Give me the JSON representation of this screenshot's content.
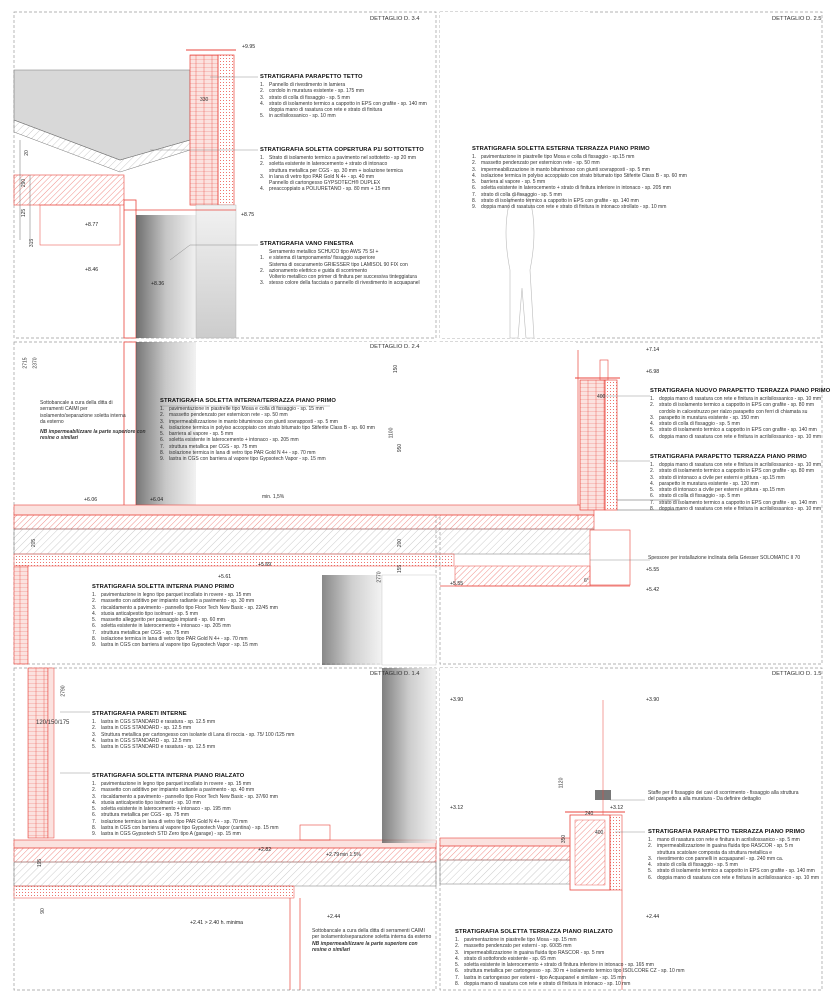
{
  "details": {
    "d34": "DETTAGLIO D. 3.4",
    "d25": "DETTAGLIO D. 2.5",
    "d24": "DETTAGLIO D. 2.4",
    "d14": "DETTAGLIO D. 1.4",
    "d15": "DETTAGLIO D. 1.5"
  },
  "elevations": {
    "e995": "+9.95",
    "e875": "+8.75",
    "e877": "+8.77",
    "e846": "+8.46",
    "e836": "+8.36",
    "e714": "+7.14",
    "e698": "+6.98",
    "e606": "+6.06",
    "e604": "+6.04",
    "e569": "+5.69",
    "e561": "+5.61",
    "e555a": "+5.55",
    "e555b": "+5.55",
    "e542": "+5.42",
    "e390a": "+3.90",
    "e390b": "+3.90",
    "e312a": "+3.12",
    "e312b": "+3.12",
    "e282": "+2.82",
    "e279": "+2.79",
    "e244a": "+2.44",
    "e244b": "+2.44",
    "e241": "+2.41 > 2.40 h. minima"
  },
  "dims": {
    "d330": "330",
    "d20": "20",
    "d290": "290",
    "d125": "125",
    "d315": "315",
    "d2715": "2715",
    "d2370": "2370",
    "d150": "150",
    "d1100": "1100",
    "d950": "950",
    "d200": "200",
    "d155": "155",
    "d205": "205",
    "d2770": "2770",
    "d400a": "400",
    "d400b": "400",
    "d240": "240",
    "d350": "350",
    "d1120": "1120",
    "d2790": "2790",
    "d195": "195",
    "d90": "90",
    "wall": "120/150/175",
    "min15a": "min. 1,5%",
    "min15b": "min 1.5%",
    "angle": "6°"
  },
  "sections": {
    "parapetto_tetto": {
      "title": "STRATIGRAFIA PARAPETTO TETTO",
      "items": [
        "Pannello di rivestimento in lamiera",
        "cordolo in muratura esistente - sp. 175 mm",
        "strato di colla di fissaggio - sp. 5 mm",
        "strato di isolamento termico a cappotto in EPS con grafite -  sp. 140 mm",
        "doppia mano di rasatura con rete e strato di finitura",
        "in acrilsilossanico - sp. 10 mm"
      ]
    },
    "copertura": {
      "title": "STRATIGRAFIA SOLETTA COPERTURA P1/ SOTTOTETTO",
      "items": [
        "Strato di isolamento termico a pavimento nel sottotetto - sp 20 mm",
        "soletta esistente in laterocemento + strato di intonaco",
        "struttura metallica per CGS - sp. 30 mm + isolazione termica",
        "in lana di vetro tipo PAR Gold N 4+ - sp. 40 mm",
        "Pannello di cartongesso GYPSOTECH® DUPLEX",
        "preaccoppiato a POLIURETANO - sp. 80 mm + 15 mm"
      ]
    },
    "vano_finestra": {
      "title": "STRATIGRAFIA VANO FINESTRA",
      "items": [
        "Serramento metallico SCHUCO tipo AWS 75 SI +",
        "e sistema di tamponamento/ fissaggio superiore",
        "Sistema di oscuramento GRIESSER tipo LAMISOL 90 FIX con",
        "azionamento elettrico e guida di scorrimento",
        "Volterio metallico con primer di finitura per successiva tinteggiatura",
        "stesso colore della facciata o pannello di rivestimento in acquapanel"
      ]
    },
    "esterna_terrazza": {
      "title": "STRATIGRAFIA SOLETTA ESTERNA TERRAZZA PIANO PRIMO",
      "items": [
        "pavimentazione in piastrelle tipo Mosa e colla di fissaggio - sp.15 mm",
        "massetto pendenzato per esternicon rete - sp. 50 mm",
        "impermeabilizzazione in manto bituminoso con giunti sovrapposti - sp. 5 mm",
        "isolazione termica in polyiso accoppiato con strato bitumato tipo Stiferite Class B - sp. 60 mm",
        "barriera al vapore - sp. 5 mm",
        "soletta esistente in laterocemento + strato di finitura inferiore in intonaco - sp. 205 mm",
        "strato di colla di fissaggio - sp. 5 mm",
        "strato di isolamento termico a cappotto in EPS con grafite - sp. 140 mm",
        "doppia mano di rasatura con rete e strato di finitura in intonaco strollato - sp. 10 mm"
      ]
    },
    "interna_terrazza": {
      "title": "STRATIGRAFIA SOLETTA INTERNA/TERRAZZA PIANO PRIMO",
      "items": [
        "pavimentazione in piastrelle tipo Mosa e colla di fissaggio - sp. 15 mm",
        "massetto pendenzato per esternicon rete - sp. 50 mm",
        "impermeabilizzazione in manto bituminoso con giunti sovrapposti - sp. 5 mm",
        "isolazione termica in polyiso accoppiato con strato bitumato tipo Stiferite Class B - sp. 60 mm",
        "barriera al vapore - sp. 5 mm",
        "soletta esistente in laterocemento + intonaco - sp. 205 mm",
        "struttura metallica per CGS - sp. 75 mm",
        "isolazione termica in lana di vetro tipo PAR Gold N 4+ - sp. 70 mm",
        "lastra in CGS con barriera al vapore tipo Gypsotech Vapor - sp. 15 mm"
      ]
    },
    "nuovo_parapetto": {
      "title": "STRATIGRAFIA NUOVO PARAPETTO TERRAZZA PIANO PRIMO",
      "items": [
        "doppia mano di rasatura con rete e finitura in acrilsilossanico - sp. 10 mm",
        "strato di isolamento termico a cappotto in EPS con grafite - sp. 80 mm",
        "cordolo in calcestruzzo per rialzo parapetto con ferri di chiamata su",
        "parapetto in muratura esistente - sp. 150 mm",
        "strato di colla di fissaggio - sp. 5 mm",
        "strato di isolamento termico a cappotto in EPS con grafite - sp. 140 mm",
        "doppia mano di rasatura con rete e finitura in acrilsilossanico - sp. 10 mm"
      ]
    },
    "parapetto_terrazza_p1": {
      "title": "STRATIGRAFIA PARAPETTO TERRAZZA PIANO PRIMO",
      "items": [
        "doppia mano di rasatura con rete e finitura in acrilsilossanico - sp. 10 mm",
        "strato di isolamento termico a cappotto in EPS con grafite - sp. 80 mm",
        "strato di intonaco a civile per esterni e pittura - sp.15 mm",
        "parapetto in muratura esistente - sp. 120  mm",
        "strato di intonaco a civile per esterni e pittura - sp.15 mm",
        "strato di colla di fissaggio - sp. 5 mm",
        "strato di isolamento termico a cappotto in EPS con grafite - sp. 140 mm",
        "doppia mano di rasatura con rete e finitura in acrilsilossanico - sp. 10 mm"
      ]
    },
    "interna_p1": {
      "title": "STRATIGRAFIA SOLETTA INTERNA PIANO PRIMO",
      "items": [
        "pavimentazione in legno tipo parquet incollato in rovere - sp. 15 mm",
        "massetto con additivo per impianto radiante a pavimento - sp. 30 mm",
        "riscaldamento a pavimento - pannello tipo Floor Tech New Basic - sp. 22/45 mm",
        "stuoia anticalpestio tipo isolmant - sp. 5 mm",
        "massetto alleggerito per passaggio impianti - sp. 60 mm",
        "soletta esistente in laterocemento + intonaco - sp. 205 mm",
        "struttura metallica per CGS - sp. 75 mm",
        "isolazione termica in lana di vetro tipo PAR Gold N 4+ - sp. 70 mm",
        "lastra in CGS con barriera al vapore tipo Gypsotech Vapor - sp. 15 mm"
      ]
    },
    "pareti_interne": {
      "title": "STRATIGRAFIA PARETI INTERNE",
      "items": [
        "lastra in CGS STANDARD e rasatura - sp. 12.5 mm",
        "lastra in CGS STANDARD - sp. 12.5 mm",
        "Struttura metallica per cartongesso con isolante di Lana di roccia - sp. 75/ 100 /125 mm",
        "lastra in CGS STANDARD - sp. 12.5 mm",
        "lastra in CGS STANDARD e rasatura - sp. 12.5 mm"
      ]
    },
    "interna_rialzato": {
      "title": "STRATIGRAFIA SOLETTA INTERNA PIANO RIALZATO",
      "items": [
        "pavimentazione in legno tipo parquet incollato in rovere - sp. 15 mm",
        "massetto con additivo per impianto radiante a pavimento - sp. 40 mm",
        "riscaldamento a pavimento - pannello tipo Floor Tech New Basic - sp. 37/60 mm",
        "stuoia anticalpestio tipo isolmant - sp. 10 mm",
        "soletta esistente in laterocemento + intonaco - sp. 195 mm",
        "struttura metallica per CGS - sp. 75 mm",
        "isolazione termica in lana di vetro tipo PAR Gold N 4+ - sp. 70 mm",
        "lastra in CGS con barriera al vapore tipo Gypsotech Vapor (cantina) - sp. 15 mm",
        "lastra in CGS Gypsotech STD Zero tipo A (garage) - sp. 15 mm"
      ]
    },
    "parapetto_rialzato": {
      "title": "STRATIGRAFIA PARAPETTO TERRAZZA PIANO PRIMO",
      "items": [
        "mano di rasatura con rete e finitura in acrilsilossanico - sp. 5 mm",
        "impermeabilizzazione in guaina fluida tipo RASCOR - sp. 5 m",
        "struttura scatolare composta da struttura metallica e",
        "rivestimento con pannelli in acquapanel - sp. 240 mm ca.",
        "strato di colla di fissaggio - sp. 5 mm",
        "strato di isolamento termico a cappotto in EPS con grafite - sp. 140 mm",
        "doppia mano di rasatura con rete e finitura in acrilsilossanico - sp. 10 mm"
      ]
    },
    "terrazza_rialzato": {
      "title": "STRATIGRAFIA SOLETTA TERRAZZA PIANO RIALZATO",
      "items": [
        "pavimentazione in piastrelle tipo Mosa - sp. 15 mm",
        "massetto pendenzato per esterni - sp. 60/35 mm",
        "impermeabilizzazione in guaina fluida tipo RASCOR - sp. 5 mm",
        "strato di sottofondo esistente - sp. 65 mm",
        "soletta esistente in laterocemento + strato di finitura inferiore in intonaco - sp. 165 mm",
        "struttura metallica per cartongesso - sp. 30 m + isolamento termico tipo ISOLCORE CZ - sp. 10 mm",
        "lastra in cartongesso per esterni - tipo Acquapanel e similare - sp. 15 mm",
        "doppia mano di rasatura con rete e strato di finitura in intonaco - sp. 10 mm"
      ]
    }
  },
  "notes": {
    "sottobancale1_a": "Sottobancale a cura della ditta di",
    "sottobancale1_b": "serramenti CAIMI per",
    "sottobancale1_c": "isolamento/separazione soletta interna",
    "sottobancale1_d": "da esterno",
    "nb1_a": "NB impermeabilizzare la parte superiore con",
    "nb1_b": "resine o similari",
    "spessore": "Spessore per installazione inclinata della Griesser SOLOMATIC II 70",
    "staffe_a": "Staffe per il fissaggio dei cavi di scorrimento - fissaggio alla struttura",
    "staffe_b": "del parapetto a alla muratura - Da definire dettaglio",
    "sottobancale2_a": "Sottobancale a cura della ditta di serramenti CAIMI",
    "sottobancale2_b": "per isolamento/separazione soletta interna da esterno",
    "nb2_a": "NB impermeabilizzare la parte superiore con",
    "nb2_b": "resine o similari"
  },
  "colors": {
    "accent_red": "#e8453c",
    "hatch_red": "#f3a29b",
    "grey_fill": "#d9d9d9",
    "dark_grey": "#8a8a8a",
    "frame_dash": "#9a9a9a"
  }
}
